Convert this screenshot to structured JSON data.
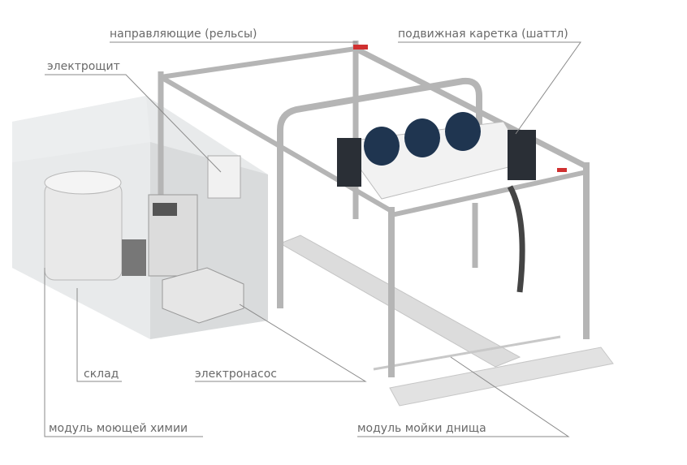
{
  "title": "Схема портальной автомойки",
  "labels": {
    "rails": "направляющие (рельсы)",
    "shuttle": "подвижная каретка (шаттл)",
    "panel": "электрощит",
    "storage": "склад",
    "pump": "электронасос",
    "chemistry": "модуль моющей химии",
    "underbody": "модуль мойки днища"
  },
  "colors": {
    "label": "#6a6a6a",
    "frame": "#b8b8b8",
    "brush": "#1f3550",
    "accent": "#d03030"
  }
}
